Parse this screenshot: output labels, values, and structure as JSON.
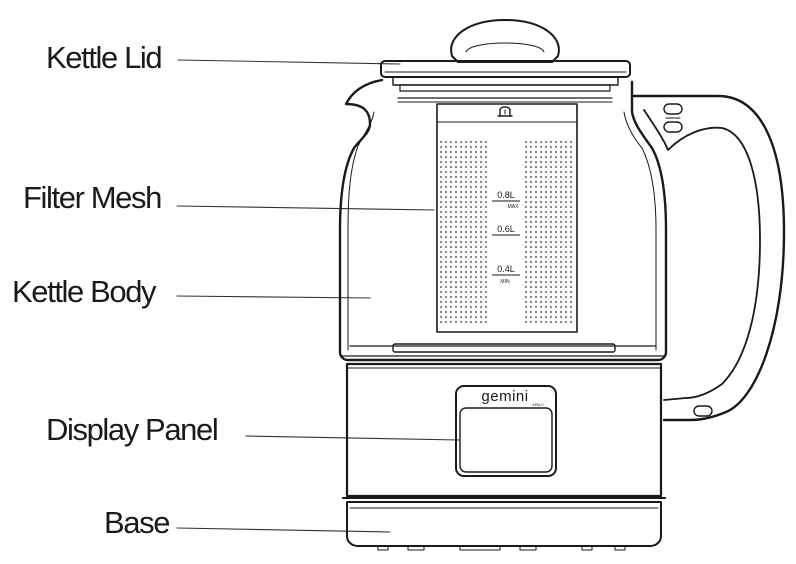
{
  "labels": {
    "lid": "Kettle Lid",
    "filter": "Filter Mesh",
    "body": "Kettle Body",
    "panel": "Display Panel",
    "base": "Base"
  },
  "brand": {
    "name": "gemini",
    "sub": "APALD"
  },
  "scale": {
    "top": "0.8L",
    "top_note": "MAX",
    "mid": "0.6L",
    "low": "0.4L",
    "low_note": "MIN"
  },
  "colors": {
    "stroke": "#1a1a1a",
    "leader": "#333333"
  }
}
